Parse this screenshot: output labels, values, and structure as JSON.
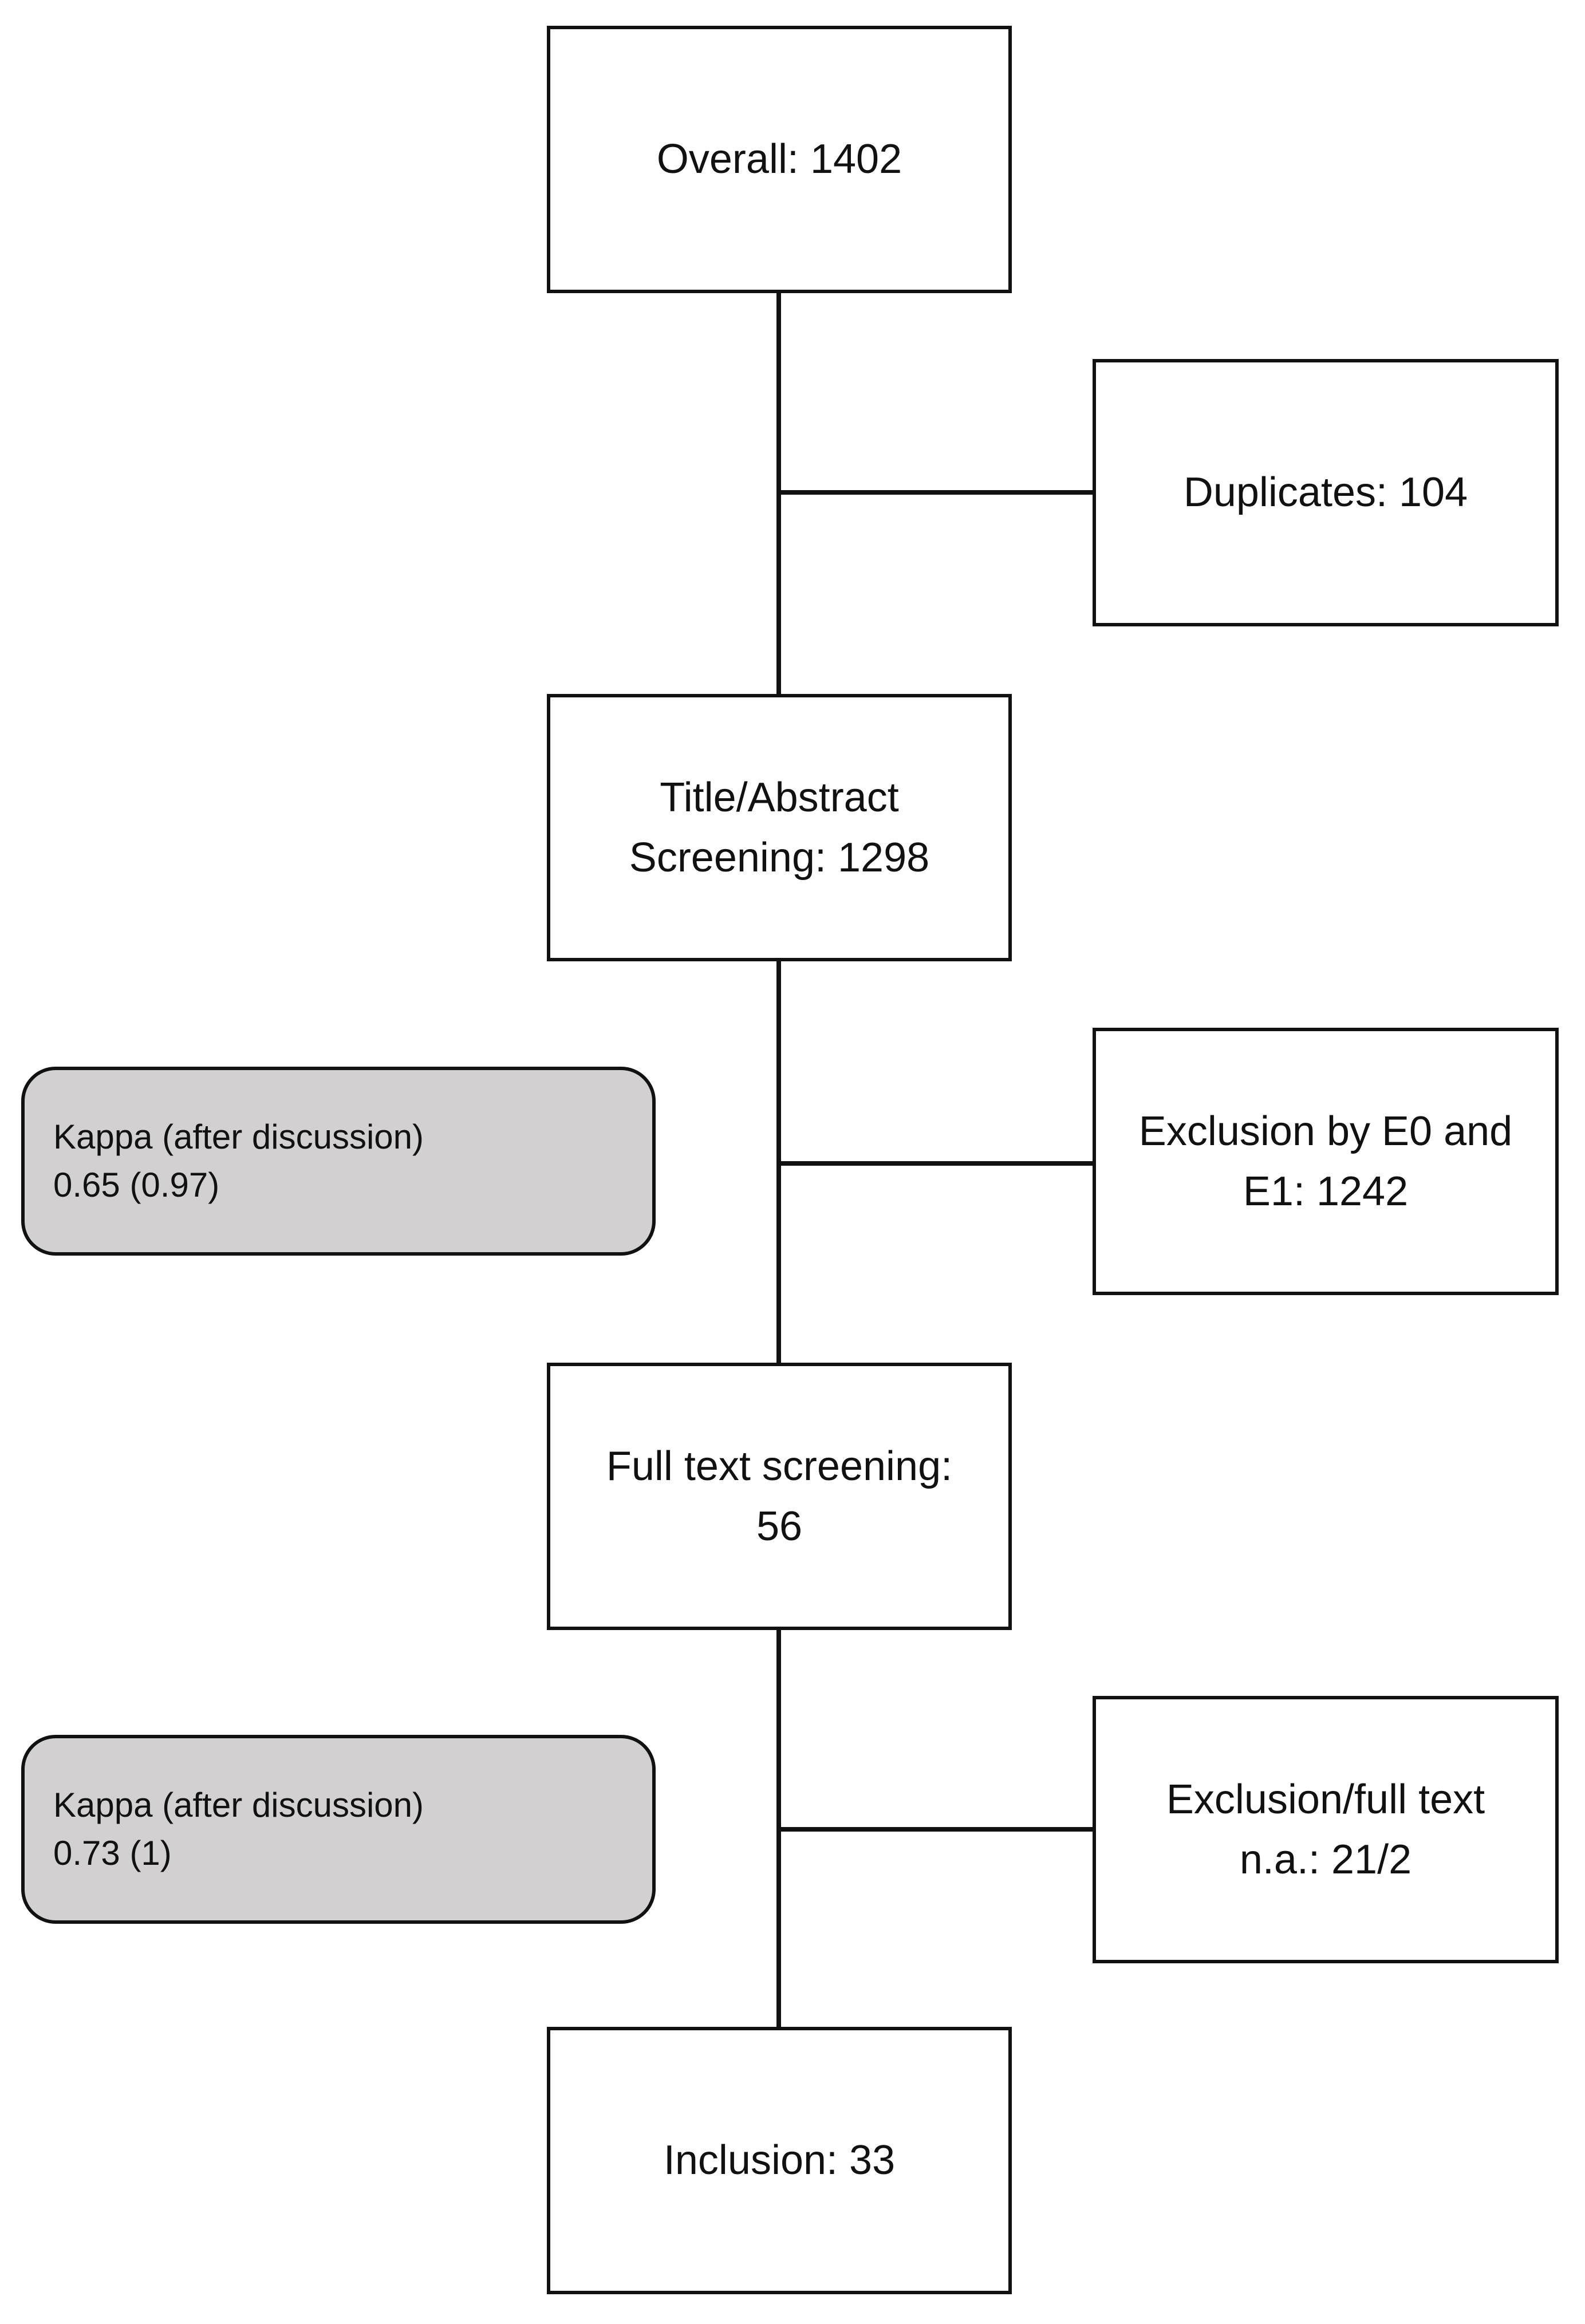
{
  "flow": {
    "overall": "Overall: 1402",
    "duplicates": "Duplicates: 104",
    "title_abstract": "Title/Abstract\nScreening: 1298",
    "exclusion_e0_e1": "Exclusion by E0 and\nE1: 1242",
    "full_text": "Full text screening:\n56",
    "exclusion_full_text": "Exclusion/full text\nn.a.: 21/2",
    "inclusion": "Inclusion: 33"
  },
  "notes": {
    "kappa_1": "Kappa (after discussion)\n0.65 (0.97)",
    "kappa_2": "Kappa (after discussion)\n0.73 (1)"
  },
  "colors": {
    "box_border": "#111111",
    "note_fill": "#d2d0d0"
  }
}
